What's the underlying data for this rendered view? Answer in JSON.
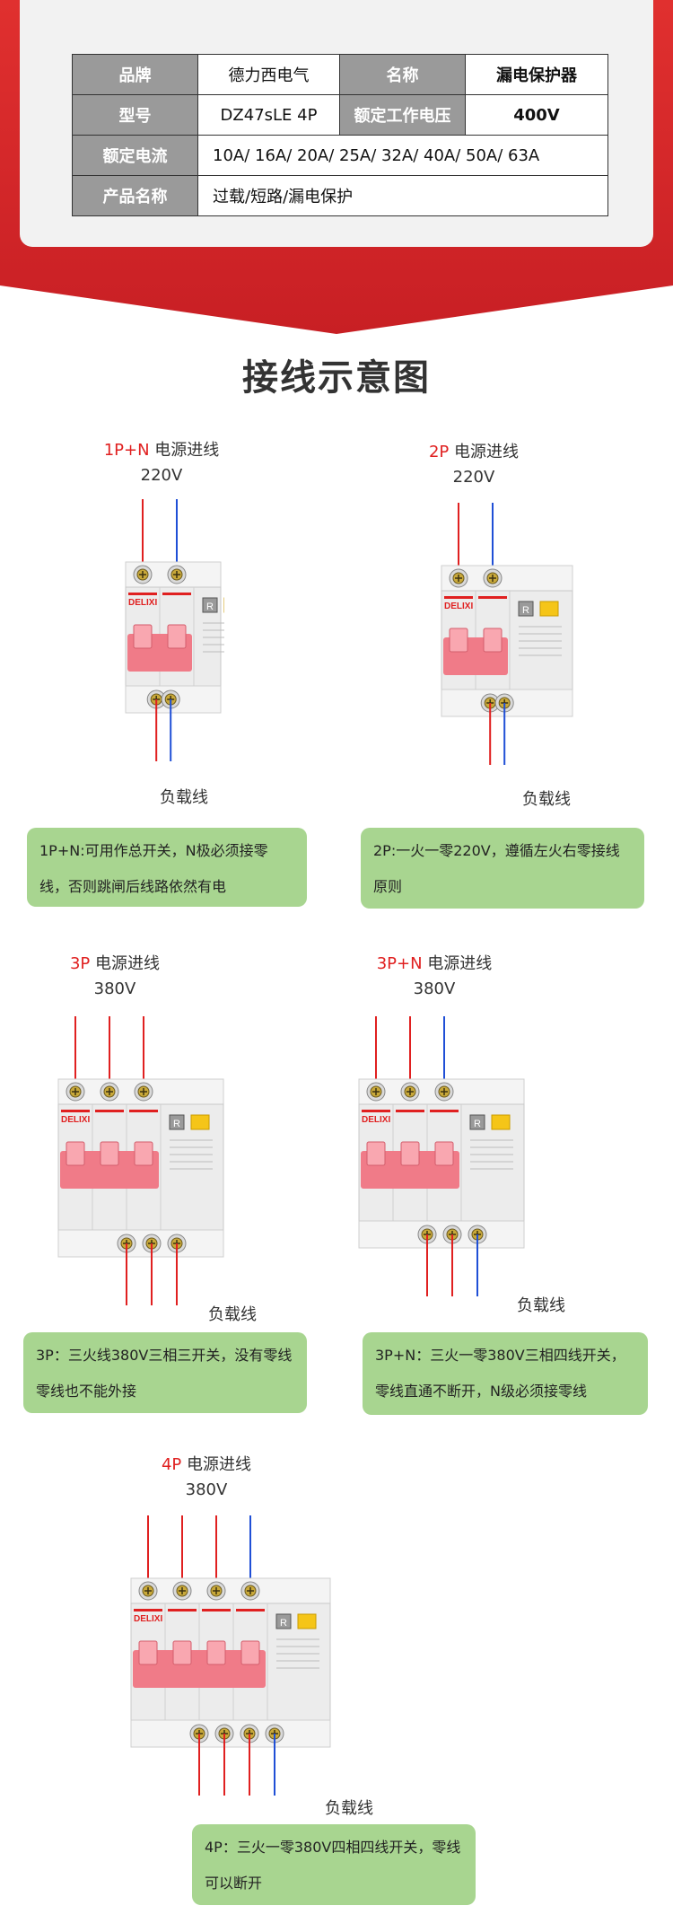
{
  "spec": {
    "brand_label": "品牌",
    "brand_value": "德力西电气",
    "name_label": "名称",
    "name_value": "漏电保护器",
    "model_label": "型号",
    "model_value": "DZ47sLE 4P",
    "voltage_label": "额定工作电压",
    "voltage_value": "400V",
    "current_label": "额定电流",
    "current_value": "10A/ 16A/ 20A/ 25A/ 32A/ 40A/ 50A/ 63A",
    "product_label": "产品名称",
    "product_value": "过载/短路/漏电保护"
  },
  "section_title": "接线示意图",
  "brand_logo": "DELIXI",
  "button_letter": "R",
  "diagrams": {
    "d1": {
      "tag": "1P+N",
      "title": "电源进线",
      "voltage": "220V",
      "load": "负载线",
      "note": "1P+N:可用作总开关，N极必须接零线，否则跳闸后线路依然有电"
    },
    "d2": {
      "tag": "2P",
      "title": "电源进线",
      "voltage": "220V",
      "load": "负载线",
      "note": "2P:一火一零220V，遵循左火右零接线原则"
    },
    "d3": {
      "tag": "3P",
      "title": "电源进线",
      "voltage": "380V",
      "load": "负载线",
      "note": "3P：三火线380V三相三开关，没有零线零线也不能外接"
    },
    "d4": {
      "tag": "3P+N",
      "title": "电源进线",
      "voltage": "380V",
      "load": "负载线",
      "note": "3P+N：三火一零380V三相四线开关，零线直通不断开，N级必须接零线"
    },
    "d5": {
      "tag": "4P",
      "title": "电源进线",
      "voltage": "380V",
      "load": "负载线",
      "note": "4P：三火一零380V四相四线开关，零线可以断开"
    }
  },
  "colors": {
    "red": "#e02020",
    "banner_red": "#d6262b",
    "blue": "#1f4fd6",
    "note_green": "#a8d590",
    "breaker_pink": "#f07b88"
  }
}
